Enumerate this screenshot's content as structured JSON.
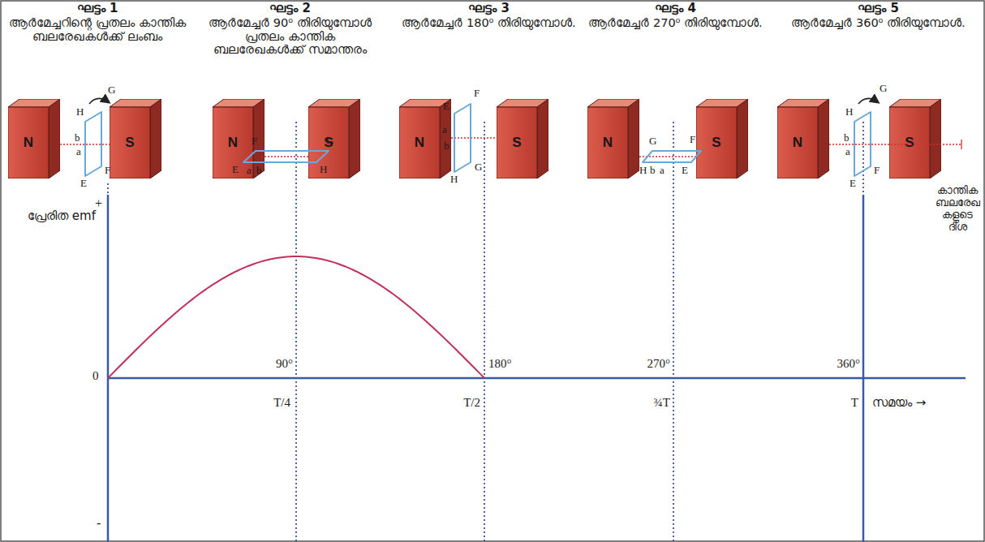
{
  "diagram": {
    "nodes": [
      {
        "text": [
          "N"
        ]
      },
      {
        "text": [
          "S"
        ]
      },
      {
        "text": [
          "N"
        ]
      },
      {
        "text": [
          "S"
        ]
      },
      {
        "text": [
          "N"
        ]
      },
      {
        "text": [
          "S"
        ]
      },
      {
        "text": [
          "N"
        ]
      },
      {
        "text": [
          "S"
        ]
      },
      {
        "text": [
          "N"
        ]
      },
      {
        "text": [
          "S"
        ]
      }
    ],
    "labels": [
      "ഘട്ടം 1",
      "ആർമേച്ചറിന്റെ പ്രതലം കാന്തിക ബലരേഖകൾക്ക് ലംബം",
      "ഘട്ടം 2",
      "ആർമേച്ചർ 90⁰ തിരിയുമ്പോൾ പ്രതലം കാന്തിക ബലരേഖകൾക്ക് സമാന്തരം",
      "ഘട്ടം 3",
      "ആർമേച്ചർ 180⁰ തിരിയുമ്പോൾ.",
      "ഘട്ടം 4",
      "ആർമേച്ചർ 270⁰ തിരിയുമ്പോൾ.",
      "ഘട്ടം 5",
      "ആർമേച്ചർ 360⁰ തിരിയുമ്പോൾ.",
      "H",
      "G",
      "b",
      "a",
      "F",
      "E",
      "F",
      "G",
      "E",
      "a",
      "b",
      "H",
      "E",
      "F",
      "a",
      "b",
      "G",
      "H",
      "G",
      "F",
      "H",
      "b",
      "a",
      "E",
      "G",
      "H",
      "b",
      "F",
      "a",
      "E",
      "കാന്തിക ബലരേഖകളുടെ ദിശ",
      "പ്രേരിത emf",
      "+",
      "0",
      "-",
      "90°",
      "180°",
      "270°",
      "360°",
      "T/4",
      "T/2",
      "¾T",
      "T",
      "സമയം →"
    ]
  }
}
